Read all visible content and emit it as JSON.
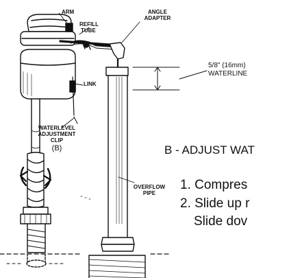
{
  "labels": {
    "arm": "ARM",
    "refill_tube_1": "REFILL",
    "refill_tube_2": "TUBE",
    "angle_adapter_1": "ANGLE",
    "angle_adapter_2": "ADAPTER",
    "link": "LINK",
    "clip_1": "WATERLEVEL",
    "clip_2": "ADJUSTMENT",
    "clip_3": "CLIP",
    "clip_b": "(B)",
    "overflow_1": "OVERFLOW",
    "overflow_2": "PIPE",
    "waterline_1": "5/8\" (16mm)",
    "waterline_2": "WATERLINE"
  },
  "instructions": {
    "heading": "B - ADJUST WAT",
    "step1": "1. Compres",
    "step2": "2. Slide up r",
    "step2b": "Slide dov"
  },
  "colors": {
    "ink": "#111111",
    "paper": "#ffffff"
  }
}
